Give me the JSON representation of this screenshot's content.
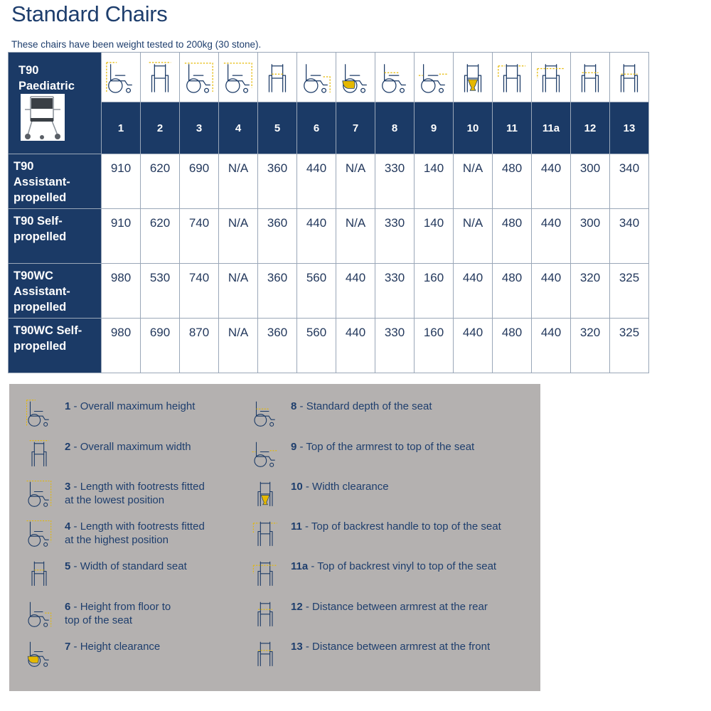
{
  "title": "Standard Chairs",
  "subtitle": "These chairs have been weight tested to 200kg (30 stone).",
  "corner_label": [
    "T90",
    "Paediatric"
  ],
  "columns": [
    {
      "num": "1",
      "icon": "overall-height-icon"
    },
    {
      "num": "2",
      "icon": "overall-width-icon"
    },
    {
      "num": "3",
      "icon": "length-lowest-footrest-icon"
    },
    {
      "num": "4",
      "icon": "length-highest-footrest-icon"
    },
    {
      "num": "5",
      "icon": "seat-width-icon"
    },
    {
      "num": "6",
      "icon": "seat-height-icon"
    },
    {
      "num": "7",
      "icon": "height-clearance-icon"
    },
    {
      "num": "8",
      "icon": "seat-depth-icon"
    },
    {
      "num": "9",
      "icon": "armrest-to-seat-icon"
    },
    {
      "num": "10",
      "icon": "width-clearance-icon"
    },
    {
      "num": "11",
      "icon": "backrest-handle-icon"
    },
    {
      "num": "11a",
      "icon": "backrest-vinyl-icon"
    },
    {
      "num": "12",
      "icon": "armrest-rear-distance-icon"
    },
    {
      "num": "13",
      "icon": "armrest-front-distance-icon"
    }
  ],
  "rows": [
    {
      "label": [
        "T90",
        "Assistant-",
        "propelled"
      ],
      "values": [
        "910",
        "620",
        "690",
        "N/A",
        "360",
        "440",
        "N/A",
        "330",
        "140",
        "N/A",
        "480",
        "440",
        "300",
        "340"
      ]
    },
    {
      "label": [
        "T90 Self-",
        "propelled"
      ],
      "values": [
        "910",
        "620",
        "740",
        "N/A",
        "360",
        "440",
        "N/A",
        "330",
        "140",
        "N/A",
        "480",
        "440",
        "300",
        "340"
      ]
    },
    {
      "label": [
        "T90WC",
        "Assistant-",
        "propelled"
      ],
      "values": [
        "980",
        "530",
        "740",
        "N/A",
        "360",
        "560",
        "440",
        "330",
        "160",
        "440",
        "480",
        "440",
        "320",
        "325"
      ]
    },
    {
      "label": [
        "T90WC Self-",
        "propelled"
      ],
      "values": [
        "980",
        "690",
        "870",
        "N/A",
        "360",
        "560",
        "440",
        "330",
        "160",
        "440",
        "480",
        "440",
        "320",
        "325"
      ]
    }
  ],
  "legend": [
    {
      "num": "1",
      "lines": [
        "Overall maximum height"
      ],
      "icon": "overall-height-icon"
    },
    {
      "num": "2",
      "lines": [
        "Overall maximum width"
      ],
      "icon": "overall-width-icon"
    },
    {
      "num": "3",
      "lines": [
        "Length with footrests fitted",
        "at the lowest position"
      ],
      "icon": "length-lowest-footrest-icon"
    },
    {
      "num": "4",
      "lines": [
        "Length with footrests fitted",
        "at the highest position"
      ],
      "icon": "length-highest-footrest-icon"
    },
    {
      "num": "5",
      "lines": [
        "Width of standard seat"
      ],
      "icon": "seat-width-icon"
    },
    {
      "num": "6",
      "lines": [
        "Height from floor to",
        "top of the seat"
      ],
      "icon": "seat-height-icon"
    },
    {
      "num": "7",
      "lines": [
        "Height clearance"
      ],
      "icon": "height-clearance-icon"
    },
    {
      "num": "8",
      "lines": [
        "Standard depth of the seat"
      ],
      "icon": "seat-depth-icon"
    },
    {
      "num": "9",
      "lines": [
        "Top of the armrest to top of the seat"
      ],
      "icon": "armrest-to-seat-icon"
    },
    {
      "num": "10",
      "lines": [
        "Width clearance"
      ],
      "icon": "width-clearance-icon"
    },
    {
      "num": "11",
      "lines": [
        "Top of backrest handle to top of the seat"
      ],
      "icon": "backrest-handle-icon"
    },
    {
      "num": "11a",
      "lines": [
        "Top of backrest vinyl to top of the seat"
      ],
      "icon": "backrest-vinyl-icon"
    },
    {
      "num": "12",
      "lines": [
        "Distance between armrest at the rear"
      ],
      "icon": "armrest-rear-distance-icon"
    },
    {
      "num": "13",
      "lines": [
        "Distance between armrest at the front"
      ],
      "icon": "armrest-front-distance-icon"
    }
  ],
  "colors": {
    "navy": "#1b3a66",
    "highlight": "#e5b800",
    "legend_bg": "#b4b1b0",
    "grid": "#9aa7b8"
  }
}
